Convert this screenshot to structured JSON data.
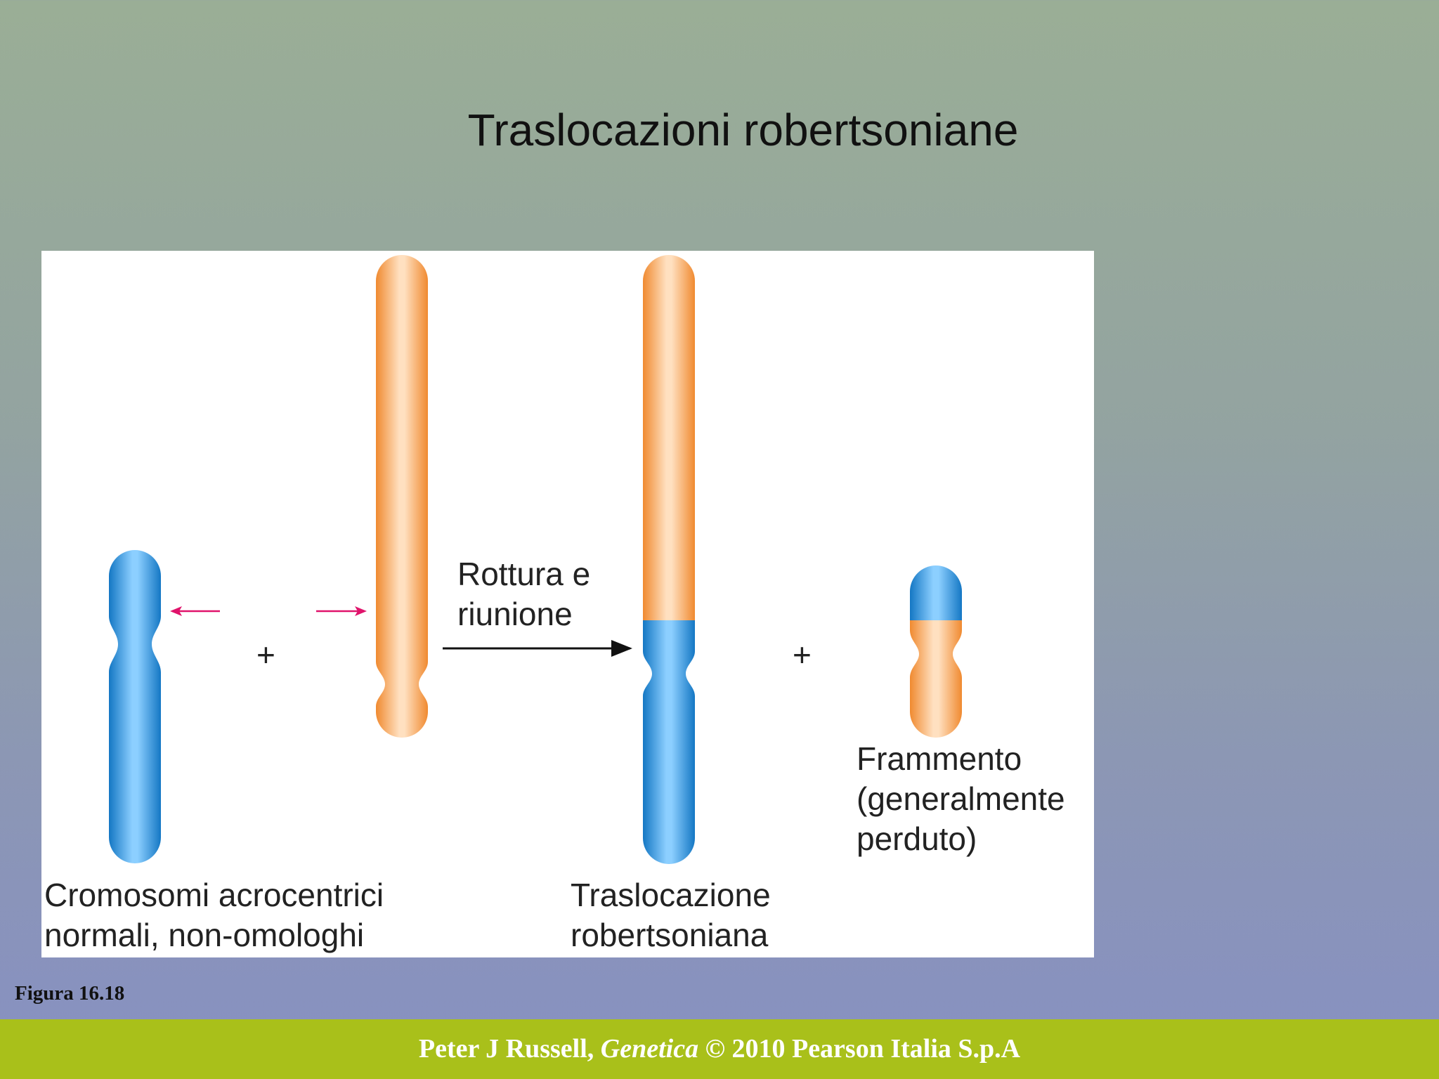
{
  "title": "Traslocazioni robertsoniane",
  "figure": {
    "label_normal": [
      "Cromosomi acrocentrici",
      "normali, non-omologhi"
    ],
    "plus": "+",
    "arrow_label": [
      "Rottura e",
      "riunione"
    ],
    "label_translocation": [
      "Traslocazione",
      "robertsoniana"
    ],
    "label_fragment": [
      "Frammento",
      "(generalmente",
      "perduto)"
    ]
  },
  "figure_ref": "Figura 16.18",
  "footer": {
    "author": "Peter J Russell, ",
    "book": "Genetica",
    "copyright": " © 2010 Pearson Italia S.p.A"
  },
  "colors": {
    "blue_chromosome": "#2a8fd8",
    "orange_chromosome": "#f59a4a",
    "break_arrow": "#e0136b",
    "footer_bar": "#a9c01a"
  }
}
